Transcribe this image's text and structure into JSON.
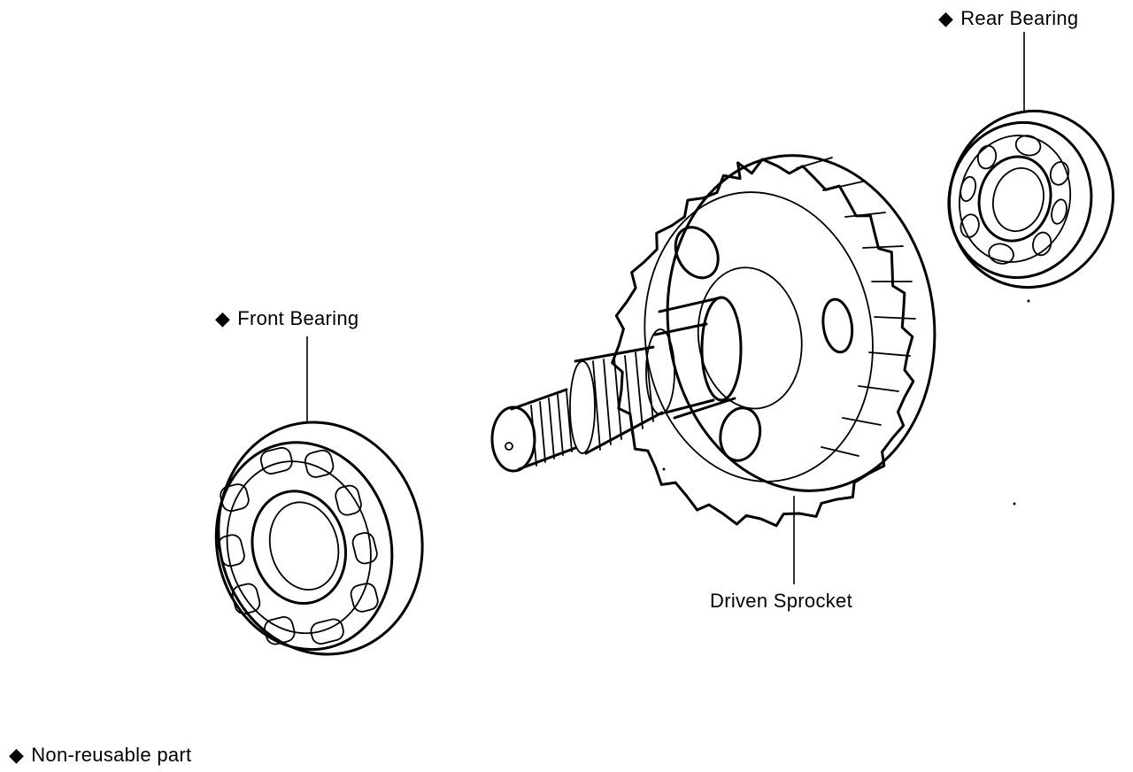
{
  "labels": {
    "rear_bearing": "Rear Bearing",
    "front_bearing": "Front Bearing",
    "driven_sprocket": "Driven Sprocket",
    "legend": "Non-reusable part",
    "marker": "◆"
  },
  "colors": {
    "line": "#000000",
    "background": "#ffffff"
  }
}
